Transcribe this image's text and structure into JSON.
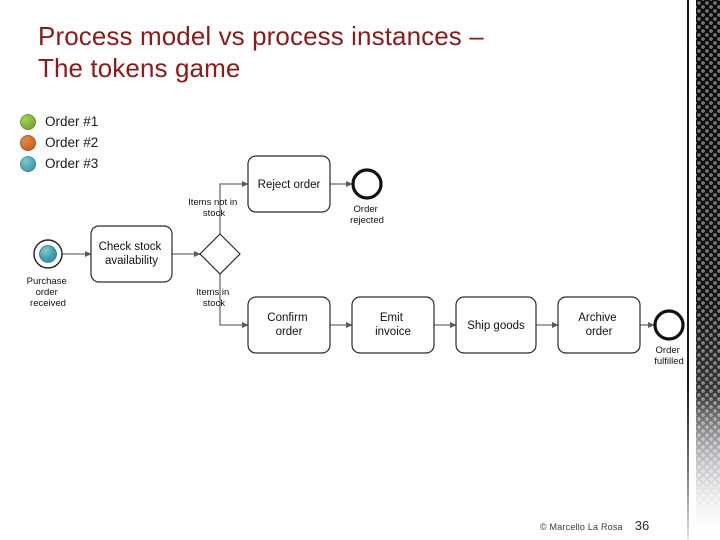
{
  "slide": {
    "background_color": "#ffffff",
    "title_color": "#8C1A1A",
    "title_lines": [
      "Process model vs process instances –",
      "The tokens game"
    ]
  },
  "legend": {
    "items": [
      {
        "label": "Order #1",
        "color": "#82b33b",
        "token": "green-token"
      },
      {
        "label": "Order #2",
        "color": "#cf6b2a",
        "token": "orange-token"
      },
      {
        "label": "Order #3",
        "color": "#4aa5b2",
        "token": "teal-token"
      }
    ]
  },
  "diagram": {
    "type": "bpmn-process-model",
    "start_event": {
      "label_lines": [
        "Purchase",
        "order",
        "received"
      ],
      "token_color": "#4aa5b2",
      "has_token": true
    },
    "tasks": [
      {
        "id": "check-stock",
        "label_lines": [
          "Check stock",
          "availability"
        ]
      },
      {
        "id": "reject-order",
        "label_lines": [
          "Reject order"
        ]
      },
      {
        "id": "confirm-order",
        "label_lines": [
          "Confirm",
          "order"
        ]
      },
      {
        "id": "emit-invoice",
        "label_lines": [
          "Emit",
          "invoice"
        ]
      },
      {
        "id": "ship-goods",
        "label_lines": [
          "Ship goods"
        ]
      },
      {
        "id": "archive-order",
        "label_lines": [
          "Archive",
          "order"
        ]
      }
    ],
    "gateway": {
      "id": "stock-gateway",
      "type": "exclusive"
    },
    "flow_labels": [
      {
        "id": "items-not-in-stock",
        "lines": [
          "Items not in",
          "stock"
        ]
      },
      {
        "id": "items-in-stock",
        "lines": [
          "Items in",
          "stock"
        ]
      }
    ],
    "end_events": [
      {
        "id": "order-rejected",
        "label_lines": [
          "Order",
          "rejected"
        ]
      },
      {
        "id": "order-fulfilled",
        "label_lines": [
          "Order",
          "fulfilled"
        ]
      }
    ]
  },
  "footer": {
    "copyright": "© Marcello La Rosa",
    "page_number": "36"
  }
}
